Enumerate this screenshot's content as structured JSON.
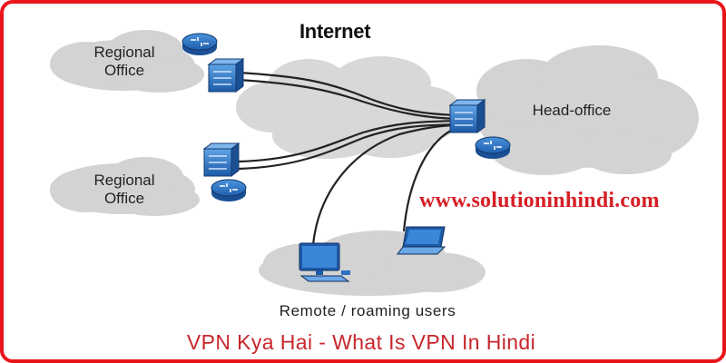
{
  "diagram": {
    "internet_label": "Internet",
    "regional_office_top": [
      "Regional",
      "Office"
    ],
    "regional_office_bottom": [
      "Regional",
      "Office"
    ],
    "head_office_label": "Head-office",
    "remote_users_label": "Remote / roaming users",
    "website": "www.solutioninhindi.com",
    "caption": "VPN Kya Hai - What Is VPN In Hindi"
  },
  "colors": {
    "border": "#e8151b",
    "cloud": "#d3d3d3",
    "device_blue": "#2f6fc4",
    "website_text": "#d61f26",
    "caption_text": "#c8262c"
  }
}
